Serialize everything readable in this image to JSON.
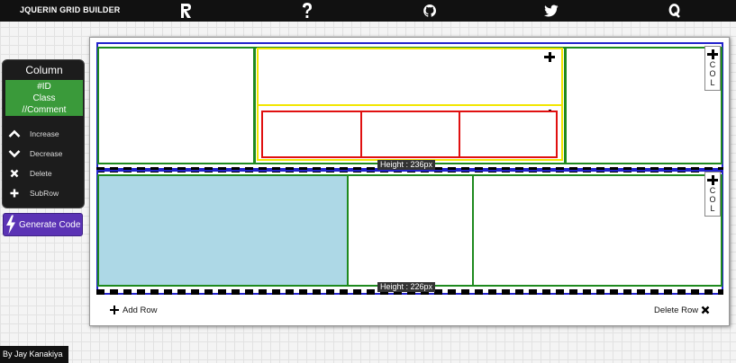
{
  "header": {
    "brand": "JQUERIN GRID BUILDER",
    "icons": [
      "r-logo-icon",
      "help-icon",
      "github-icon",
      "twitter-icon",
      "quora-icon"
    ]
  },
  "panel": {
    "title": "Column",
    "attributes": [
      "#ID",
      "Class",
      "//Comment"
    ],
    "actions": [
      {
        "label": "Increase",
        "icon": "chevron-up-icon"
      },
      {
        "label": "Decrease",
        "icon": "chevron-down-icon"
      },
      {
        "label": "Delete",
        "icon": "close-icon"
      },
      {
        "label": "SubRow",
        "icon": "plus-icon"
      }
    ],
    "generate_label": "Generate Code"
  },
  "grid": {
    "col_button_text": "C\nO\nL",
    "rows": [
      {
        "height_label": "Height : 236px"
      },
      {
        "height_label": "Height : 226px"
      }
    ]
  },
  "footer": {
    "add_row": "Add Row",
    "delete_row": "Delete Row"
  },
  "credit": "By Jay Kanakiya",
  "colors": {
    "row_border": "#2222cc",
    "column_border": "#1e8a1e",
    "subrow_border": "#f2e600",
    "subcolumn_border": "#e01010",
    "selected_column": "#add8e6",
    "generate_button": "#5b33b5",
    "attribute_box": "#3a9a3a"
  }
}
